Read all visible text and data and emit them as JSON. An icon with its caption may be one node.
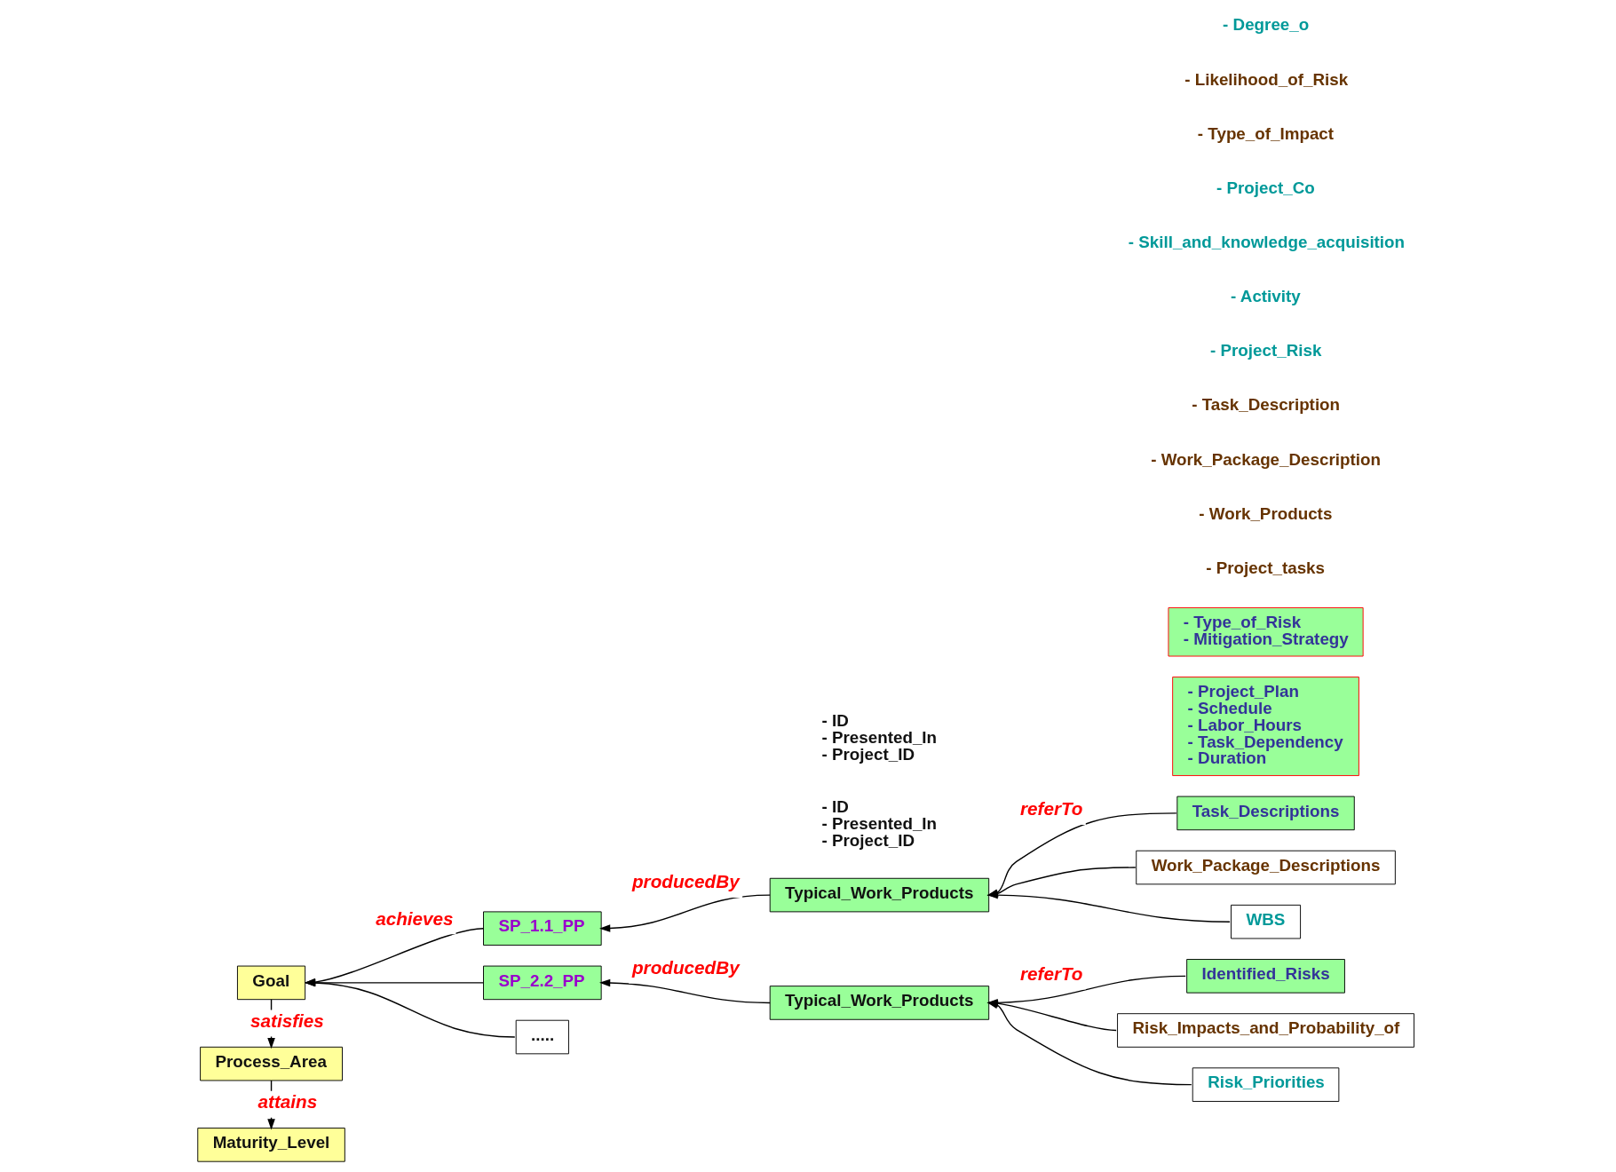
{
  "diagram": {
    "nodes": [
      {
        "text": [
          "Maturity_Level"
        ]
      },
      {
        "text": [
          "Process_Area"
        ]
      },
      {
        "text": [
          "Goal"
        ]
      },
      {
        "text": [
          "SP_1.1_PP"
        ]
      },
      {
        "text": [
          "Typical_Work_Products"
        ],
        "beside": [
          "- ID",
          "- Presented_In",
          "- Project_ID"
        ]
      },
      {
        "text": [
          "Task_Descriptions"
        ]
      },
      {
        "text": [
          "Work_Package_Descriptions"
        ]
      },
      {
        "text": [
          "WBS"
        ]
      },
      {
        "text": [
          "SP_2.2_PP"
        ]
      },
      {
        "text": [
          "Typical_Work_Products"
        ],
        "beside": [
          "- ID",
          "- Presented_In",
          "- Project_ID"
        ]
      },
      {
        "text": [
          "Identified_Risks"
        ]
      },
      {
        "text": [
          "Risk_Impacts_and_Probability_of"
        ]
      },
      {
        "text": [
          "Risk_Priorities"
        ]
      },
      {
        "text": [
          "....."
        ]
      },
      {
        "text": [
          "- Project_Plan",
          "- Schedule",
          "- Labor_Hours",
          "- Task_Dependency",
          "- Duration"
        ]
      },
      {
        "text": [
          "- Type_of_Risk",
          "- Mitigation_Strategy"
        ]
      }
    ],
    "edges": [
      {
        "from": 1,
        "to": 0,
        "arrow": "to",
        "label": "attains"
      },
      {
        "from": 2,
        "to": 1,
        "arrow": "to",
        "label": "satisfies"
      },
      {
        "from": 3,
        "to": 2,
        "arrow": "to",
        "label": "achieves"
      },
      {
        "from": 8,
        "to": 2,
        "arrow": "to"
      },
      {
        "from": 13,
        "to": 2,
        "arrow": "to"
      },
      {
        "from": 4,
        "to": 3,
        "arrow": "to",
        "label": "producedBy"
      },
      {
        "from": 5,
        "to": 4,
        "arrow": "to",
        "label": "referTo"
      },
      {
        "from": 6,
        "to": 4,
        "arrow": "to"
      },
      {
        "from": 7,
        "to": 4,
        "arrow": "to"
      },
      {
        "from": 9,
        "to": 8,
        "arrow": "to",
        "label": "producedBy"
      },
      {
        "from": 10,
        "to": 9,
        "arrow": "to",
        "label": "referTo"
      },
      {
        "from": 11,
        "to": 9,
        "arrow": "to"
      },
      {
        "from": 12,
        "to": 9,
        "arrow": "to"
      }
    ],
    "labels": [
      "- Project_tasks",
      "- Work_Products",
      "- Work_Package_Description",
      "- Task_Description",
      "- Project_Risk",
      "- Activity",
      "- Skill_and_knowledge_acquisition",
      "- Project_Co",
      "- Type_of_Impact",
      "- Likelihood_of_Risk",
      "- Degree_o"
    ]
  }
}
